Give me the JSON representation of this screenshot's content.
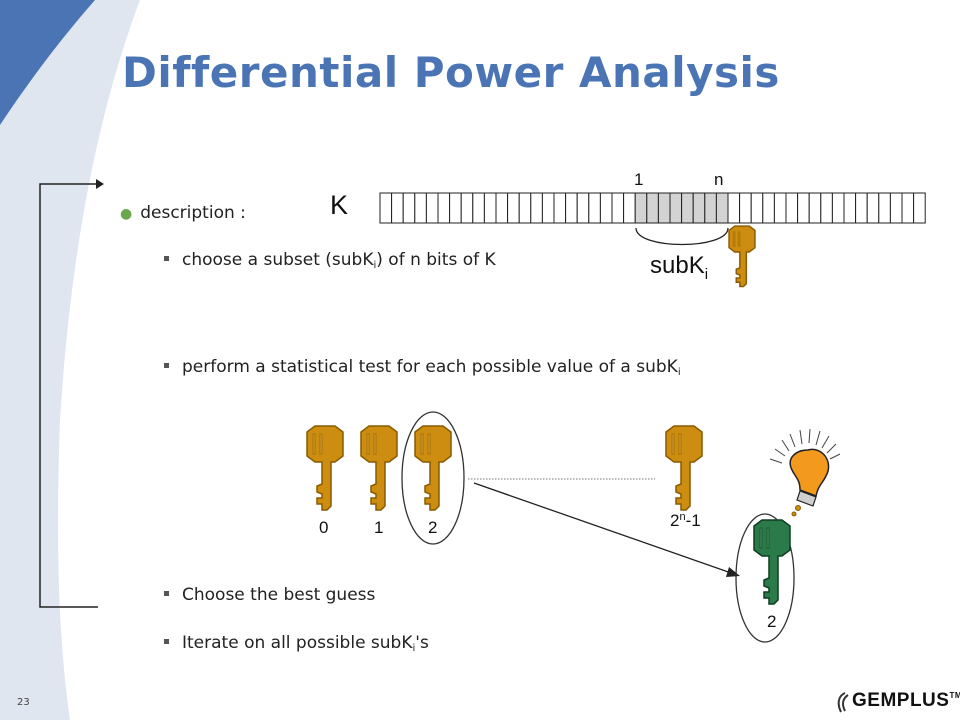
{
  "slide": {
    "title": "Differential Power Analysis",
    "page_number": "23",
    "bullet": "description :",
    "items": [
      {
        "prefix": "choose a subset (subK",
        "sub": "i",
        "suffix": ") of n bits of K"
      },
      {
        "prefix": "perform a statistical test for each possible value of a subK",
        "sub": "i",
        "suffix": ""
      },
      {
        "prefix": "Choose the best guess",
        "sub": "",
        "suffix": ""
      },
      {
        "prefix": "Iterate on all possible subK",
        "sub": "i",
        "suffix": "'s"
      }
    ]
  },
  "diagram": {
    "key_label": "K",
    "bit_start_label": "1",
    "bit_end_label": "n",
    "subkey_label": "subK",
    "subkey_sub": "i",
    "candidates": [
      "0",
      "1",
      "2"
    ],
    "last_candidate_base": "2",
    "last_candidate_exp": "n",
    "last_candidate_suffix": "-1",
    "chosen": "2"
  },
  "colors": {
    "title": "#4a74b4",
    "key_gold": "#cc8d10",
    "key_gold_dark": "#8a5a00",
    "key_green": "#2a7a4a",
    "bulb": "#f39a1e",
    "highlight_cells": "#d3d3d3",
    "bg_blue": "#4a74b4",
    "bg_light": "#dfe6ef"
  },
  "logo": {
    "text": "GEMPLUS",
    "tm": "TM"
  }
}
